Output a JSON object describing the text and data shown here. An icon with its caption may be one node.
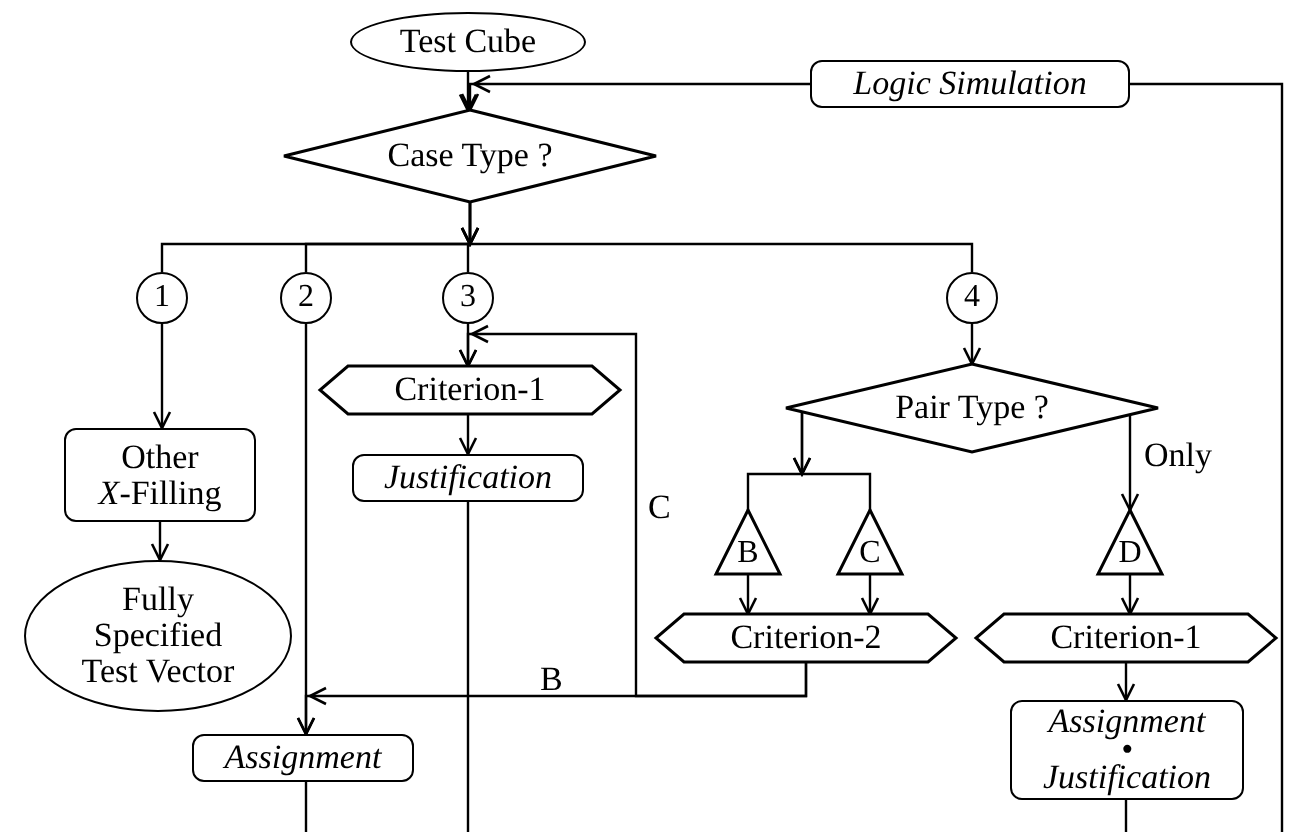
{
  "diagram": {
    "nodes": [
      {
        "text": [
          "Test Cube"
        ]
      },
      {
        "text": [
          "Logic Simulation"
        ]
      },
      {
        "text": [
          "Case Type ?"
        ]
      },
      {
        "text": [
          "1"
        ]
      },
      {
        "text": [
          "2"
        ]
      },
      {
        "text": [
          "3"
        ]
      },
      {
        "text": [
          "4"
        ]
      },
      {
        "text": [
          "Criterion-1"
        ]
      },
      {
        "text": [
          "Pair Type ?"
        ]
      },
      {
        "text": [
          "Other *X*-Filling"
        ]
      },
      {
        "text": [
          "Justification"
        ]
      },
      {
        "text": [
          "B"
        ]
      },
      {
        "text": [
          "C"
        ]
      },
      {
        "text": [
          "D"
        ]
      },
      {
        "text": [
          "Fully Specified Test Vector"
        ]
      },
      {
        "text": [
          "Criterion-2"
        ]
      },
      {
        "text": [
          "Criterion-1"
        ]
      },
      {
        "text": [
          "Assignment"
        ]
      },
      {
        "text": [
          "Assignment • Justification"
        ]
      }
    ],
    "edges": [
      {
        "from": 0,
        "to": 2,
        "arrow": "to"
      },
      {
        "from": 1,
        "to": 2,
        "arrow": "to"
      },
      {
        "from": 2,
        "to": 3,
        "arrow": "to"
      },
      {
        "from": 2,
        "to": 4,
        "arrow": "to"
      },
      {
        "from": 2,
        "to": 5,
        "arrow": "to"
      },
      {
        "from": 2,
        "to": 6,
        "arrow": "to"
      },
      {
        "from": 3,
        "to": 9,
        "arrow": "to"
      },
      {
        "from": 9,
        "to": 14,
        "arrow": "to"
      },
      {
        "from": 4,
        "to": 17,
        "arrow": "to"
      },
      {
        "from": 5,
        "to": 7,
        "arrow": "to"
      },
      {
        "from": 7,
        "to": 10,
        "arrow": "to"
      },
      {
        "from": 10,
        "to": null,
        "arrow": "none"
      },
      {
        "from": 6,
        "to": 8,
        "arrow": "to"
      },
      {
        "from": 8,
        "to": 11,
        "arrow": "to"
      },
      {
        "from": 8,
        "to": 12,
        "arrow": "to"
      },
      {
        "from": 8,
        "to": 13,
        "label": "Only",
        "arrow": "to"
      },
      {
        "from": 11,
        "to": 15,
        "arrow": "to"
      },
      {
        "from": 12,
        "to": 15,
        "arrow": "to"
      },
      {
        "from": 13,
        "to": 16,
        "arrow": "to"
      },
      {
        "from": 16,
        "to": 18,
        "arrow": "to"
      },
      {
        "from": 15,
        "to": 17,
        "label": "B",
        "arrow": "to"
      },
      {
        "from": 15,
        "to": 7,
        "label": "C",
        "arrow": "to"
      },
      {
        "from": 17,
        "to": null,
        "arrow": "none"
      },
      {
        "from": 18,
        "to": null,
        "arrow": "none"
      },
      {
        "from": null,
        "to": 1,
        "arrow": "none"
      }
    ]
  }
}
